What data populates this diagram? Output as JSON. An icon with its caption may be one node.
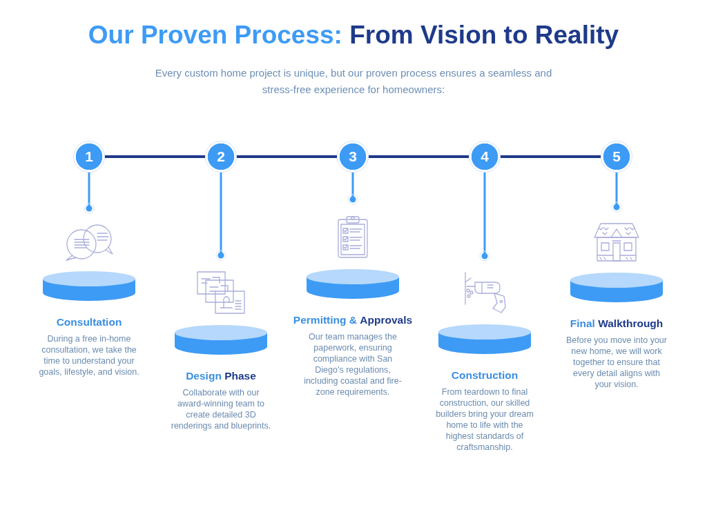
{
  "diagram": {
    "title": "Our Proven Process: **From Vision to Reality**",
    "nodes": [
      {
        "text": [
          "1"
        ]
      },
      {
        "text": [
          "2"
        ]
      },
      {
        "text": [
          "3"
        ]
      },
      {
        "text": [
          "4"
        ]
      },
      {
        "text": [
          "5"
        ]
      },
      {
        "text": [
          "Consultation",
          "During a free in-home consultation, we take the time to understand your goals, lifestyle, and vision."
        ]
      },
      {
        "text": [
          "Design **Phase**",
          "Collaborate with our award-winning team to create detailed 3D renderings and blueprints."
        ]
      },
      {
        "text": [
          "Permitting & **Approvals**",
          "Our team manages the paperwork, ensuring compliance with San Diego’s regulations, including coastal and fire-zone requirements."
        ]
      },
      {
        "text": [
          "Construction",
          "From teardown to final construction, our skilled builders bring your dream home to life with the highest standards of craftsmanship."
        ]
      },
      {
        "text": [
          "Final **Walkthrough**",
          "Before you move into your new home, we will work together to ensure that every detail aligns with your vision."
        ]
      }
    ],
    "edges": [
      {
        "from": 0,
        "to": 1,
        "arrow": "none",
        "color": "#1e3a8a"
      },
      {
        "from": 1,
        "to": 2,
        "arrow": "none",
        "color": "#1e3a8a"
      },
      {
        "from": 2,
        "to": 3,
        "arrow": "none",
        "color": "#1e3a8a"
      },
      {
        "from": 3,
        "to": 4,
        "arrow": "none",
        "color": "#1e3a8a"
      },
      {
        "from": 0,
        "to": 5,
        "arrow": "other"
      },
      {
        "from": 1,
        "to": 6,
        "arrow": "other"
      },
      {
        "from": 2,
        "to": 7,
        "arrow": "other"
      },
      {
        "from": 3,
        "to": 8,
        "arrow": "other"
      },
      {
        "from": 4,
        "to": 9,
        "arrow": "other"
      }
    ],
    "labels": [
      "Every custom home project is unique, but our proven process ensures a seamless and stress-free experience for homeowners:"
    ]
  }
}
